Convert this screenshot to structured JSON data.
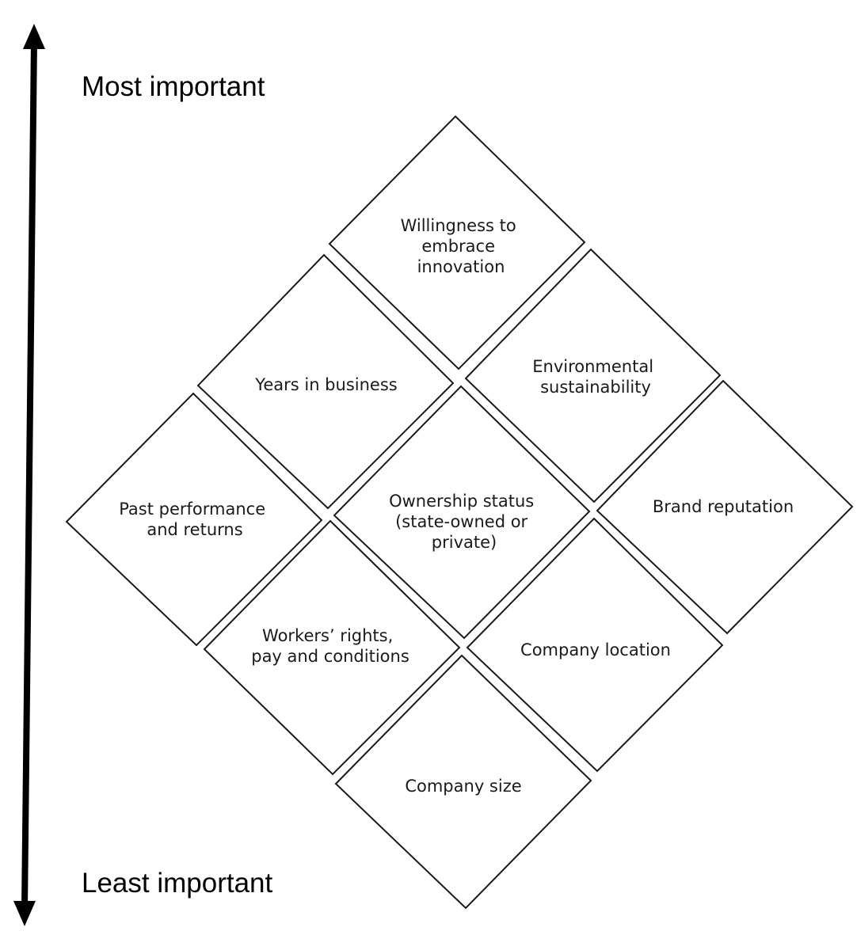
{
  "axis": {
    "top_label": "Most important",
    "bottom_label": "Least important"
  },
  "diamonds": [
    {
      "lines": [
        "Willingness to",
        "embrace",
        "innovation"
      ]
    },
    {
      "lines": [
        "Years in business"
      ]
    },
    {
      "lines": [
        "Environmental",
        "sustainability"
      ]
    },
    {
      "lines": [
        "Past performance",
        "and returns"
      ]
    },
    {
      "lines": [
        "Ownership status",
        "(state-owned or",
        "private)"
      ]
    },
    {
      "lines": [
        "Brand reputation"
      ]
    },
    {
      "lines": [
        "Workers’ rights,",
        "pay and conditions"
      ]
    },
    {
      "lines": [
        "Company location"
      ]
    },
    {
      "lines": [
        "Company size"
      ]
    }
  ],
  "colors": {
    "line": "#1a1a1a",
    "text": "#1a1a1a",
    "arrow": "#000000"
  }
}
